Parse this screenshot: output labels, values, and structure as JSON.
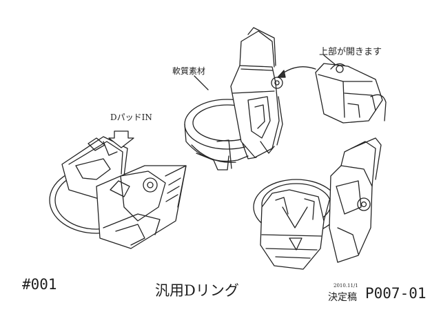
{
  "annotations": {
    "top_opens": "上部が開きます",
    "soft_material": "軟質素材",
    "d_pad_in": "DパッドIN"
  },
  "footer": {
    "sheet_number": "#001",
    "title": "汎用Dリング",
    "date": "2010.11/1",
    "status": "決定稿",
    "page_code": "P007-01"
  }
}
